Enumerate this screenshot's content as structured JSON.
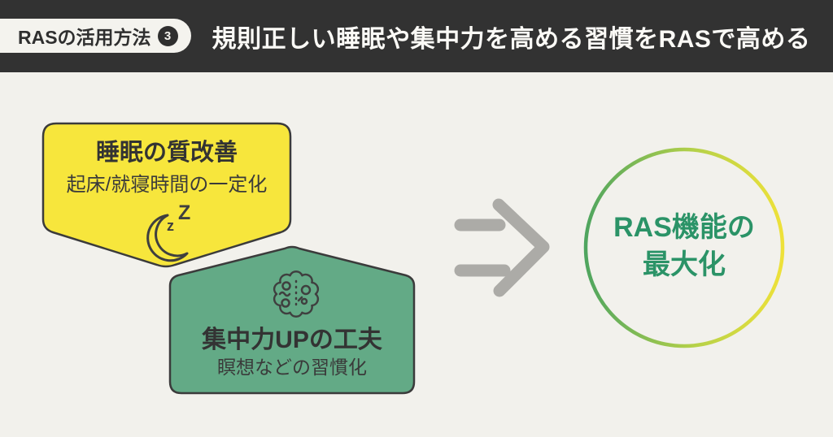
{
  "header": {
    "badge_label": "RASの活用方法",
    "badge_number": "3",
    "title": "規則正しい睡眠や集中力を高める習慣をRASで高める"
  },
  "cards": {
    "sleep": {
      "title": "睡眠の質改善",
      "subtitle": "起床/就寝時間の一定化",
      "icon": "sleeping-moon-zzz-icon",
      "icon_letters": [
        "z",
        "Z"
      ],
      "fill": "#f7e63c"
    },
    "focus": {
      "title": "集中力UPの工夫",
      "subtitle": "瞑想などの習慣化",
      "icon": "brain-circuit-icon",
      "fill": "#63aa86"
    }
  },
  "arrow": {
    "icon": "double-right-arrow-icon",
    "color": "#acaba7"
  },
  "result": {
    "line1": "RAS機能の",
    "line2": "最大化",
    "text_color": "#2b9367",
    "ring_gradient_start": "#4fa55f",
    "ring_gradient_end": "#eee139"
  },
  "colors": {
    "background": "#f2f1ec",
    "header_bg": "#323232",
    "card_border": "#3b3b3b",
    "pill_bg": "#f4f3ee"
  }
}
